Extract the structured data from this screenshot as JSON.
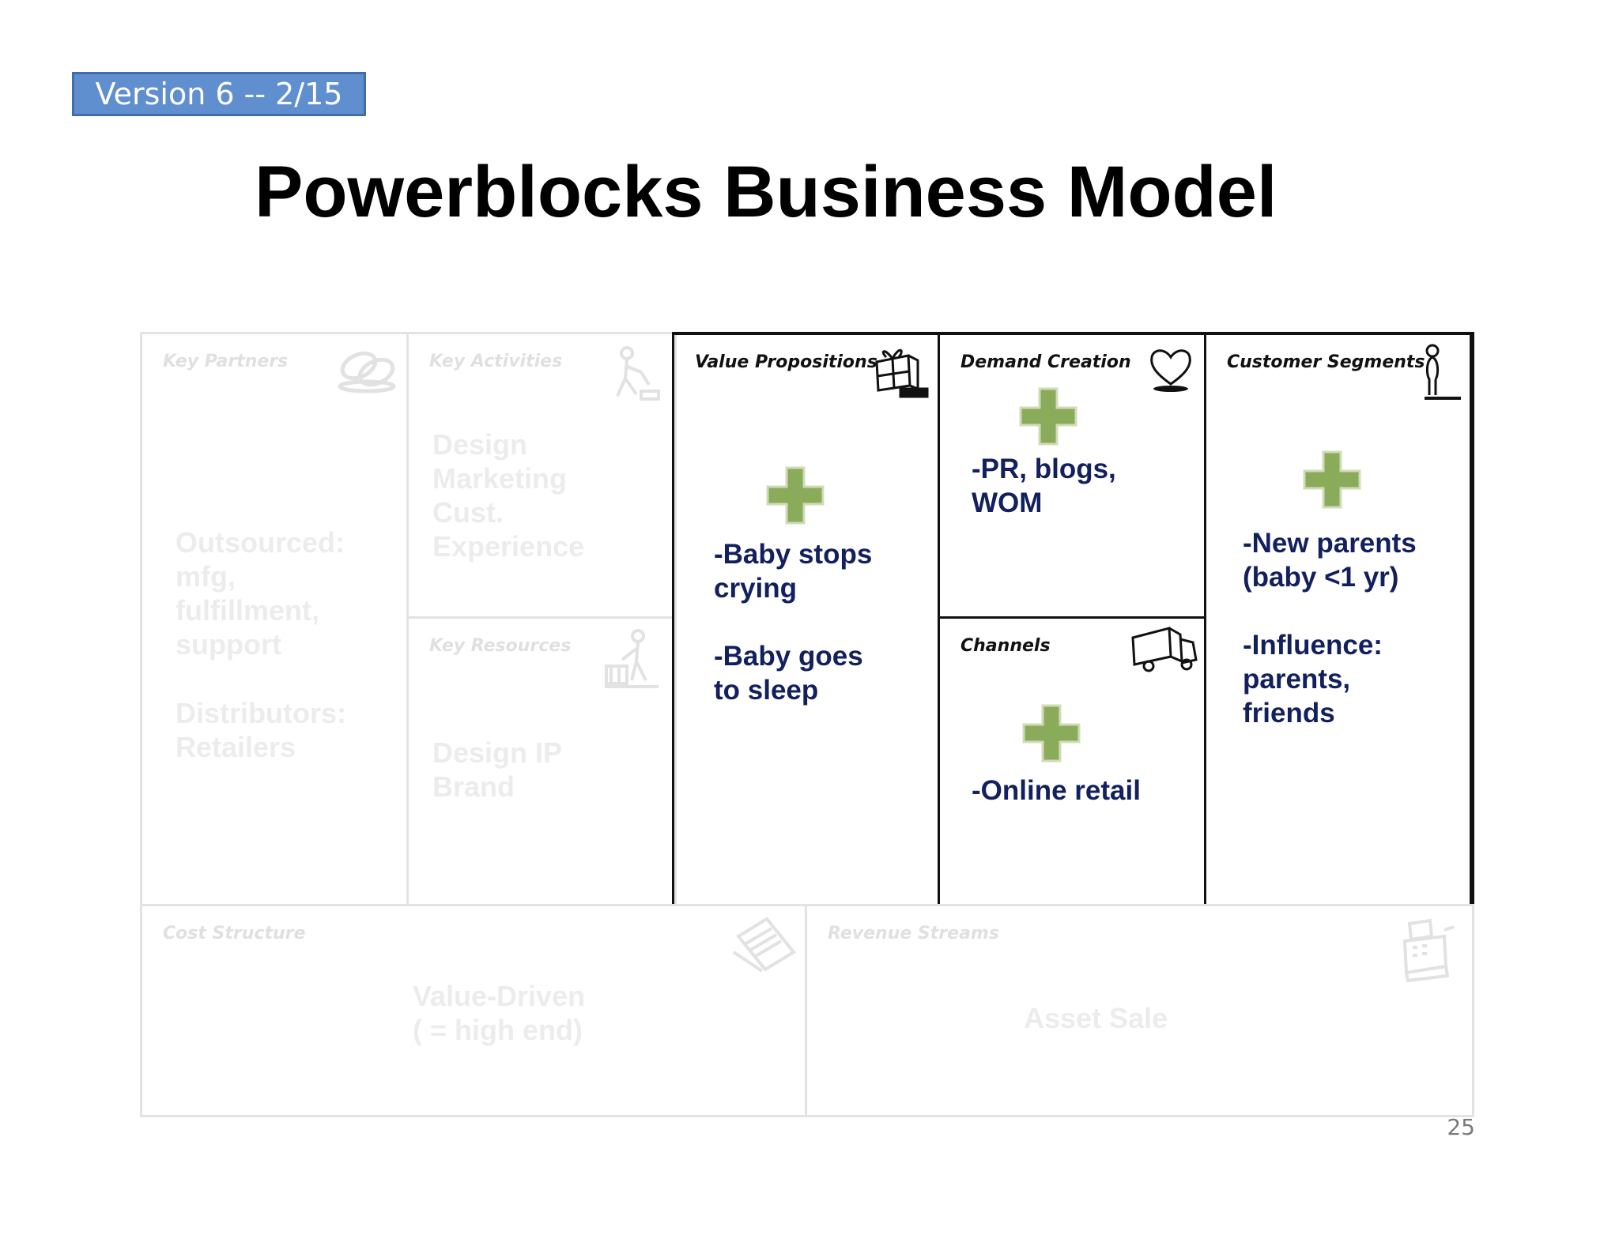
{
  "badge": {
    "text": "Version 6 -- 2/15"
  },
  "title": "Powerblocks Business Model",
  "blocks": {
    "key_partners": {
      "title": "Key Partners",
      "lines": [
        "Outsourced:",
        "mfg,",
        "fulfillment,",
        "support",
        "",
        "Distributors:",
        "Retailers"
      ]
    },
    "key_activities": {
      "title": "Key Activities",
      "lines": [
        "Design",
        "Marketing",
        "Cust.",
        "Experience"
      ]
    },
    "key_resources": {
      "title": "Key Resources",
      "lines": [
        "Design IP",
        "Brand"
      ]
    },
    "value_propositions": {
      "title": "Value Propositions",
      "lines": [
        "-Baby stops",
        "crying",
        "",
        "-Baby goes",
        "to sleep"
      ]
    },
    "demand_creation": {
      "title": "Demand Creation",
      "lines": [
        "-PR, blogs,",
        "WOM"
      ]
    },
    "channels": {
      "title": "Channels",
      "lines": [
        "-Online retail"
      ]
    },
    "customer_segments": {
      "title": "Customer Segments",
      "lines": [
        "-New parents",
        "(baby <1 yr)",
        "",
        "-Influence:",
        "parents,",
        "friends"
      ]
    },
    "cost_structure": {
      "title": "Cost Structure",
      "lines": [
        "Value-Driven",
        "( = high end)"
      ]
    },
    "revenue_streams": {
      "title": "Revenue Streams",
      "lines": [
        "Asset Sale"
      ]
    }
  },
  "icons": {
    "key_partners": "chain-link-icon",
    "key_activities": "worker-icon",
    "key_resources": "worker-with-blocks-icon",
    "value_propositions": "gift-icon",
    "demand_creation": "heart-icon",
    "channels": "truck-icon",
    "customer_segments": "person-icon",
    "cost_structure": "price-tags-icon",
    "revenue_streams": "cash-register-icon",
    "plus": "plus-icon"
  },
  "colors": {
    "badge": "#5f8fcf",
    "plus": "#8aac5a",
    "text_blue": "#12205e"
  },
  "page_number": "25"
}
